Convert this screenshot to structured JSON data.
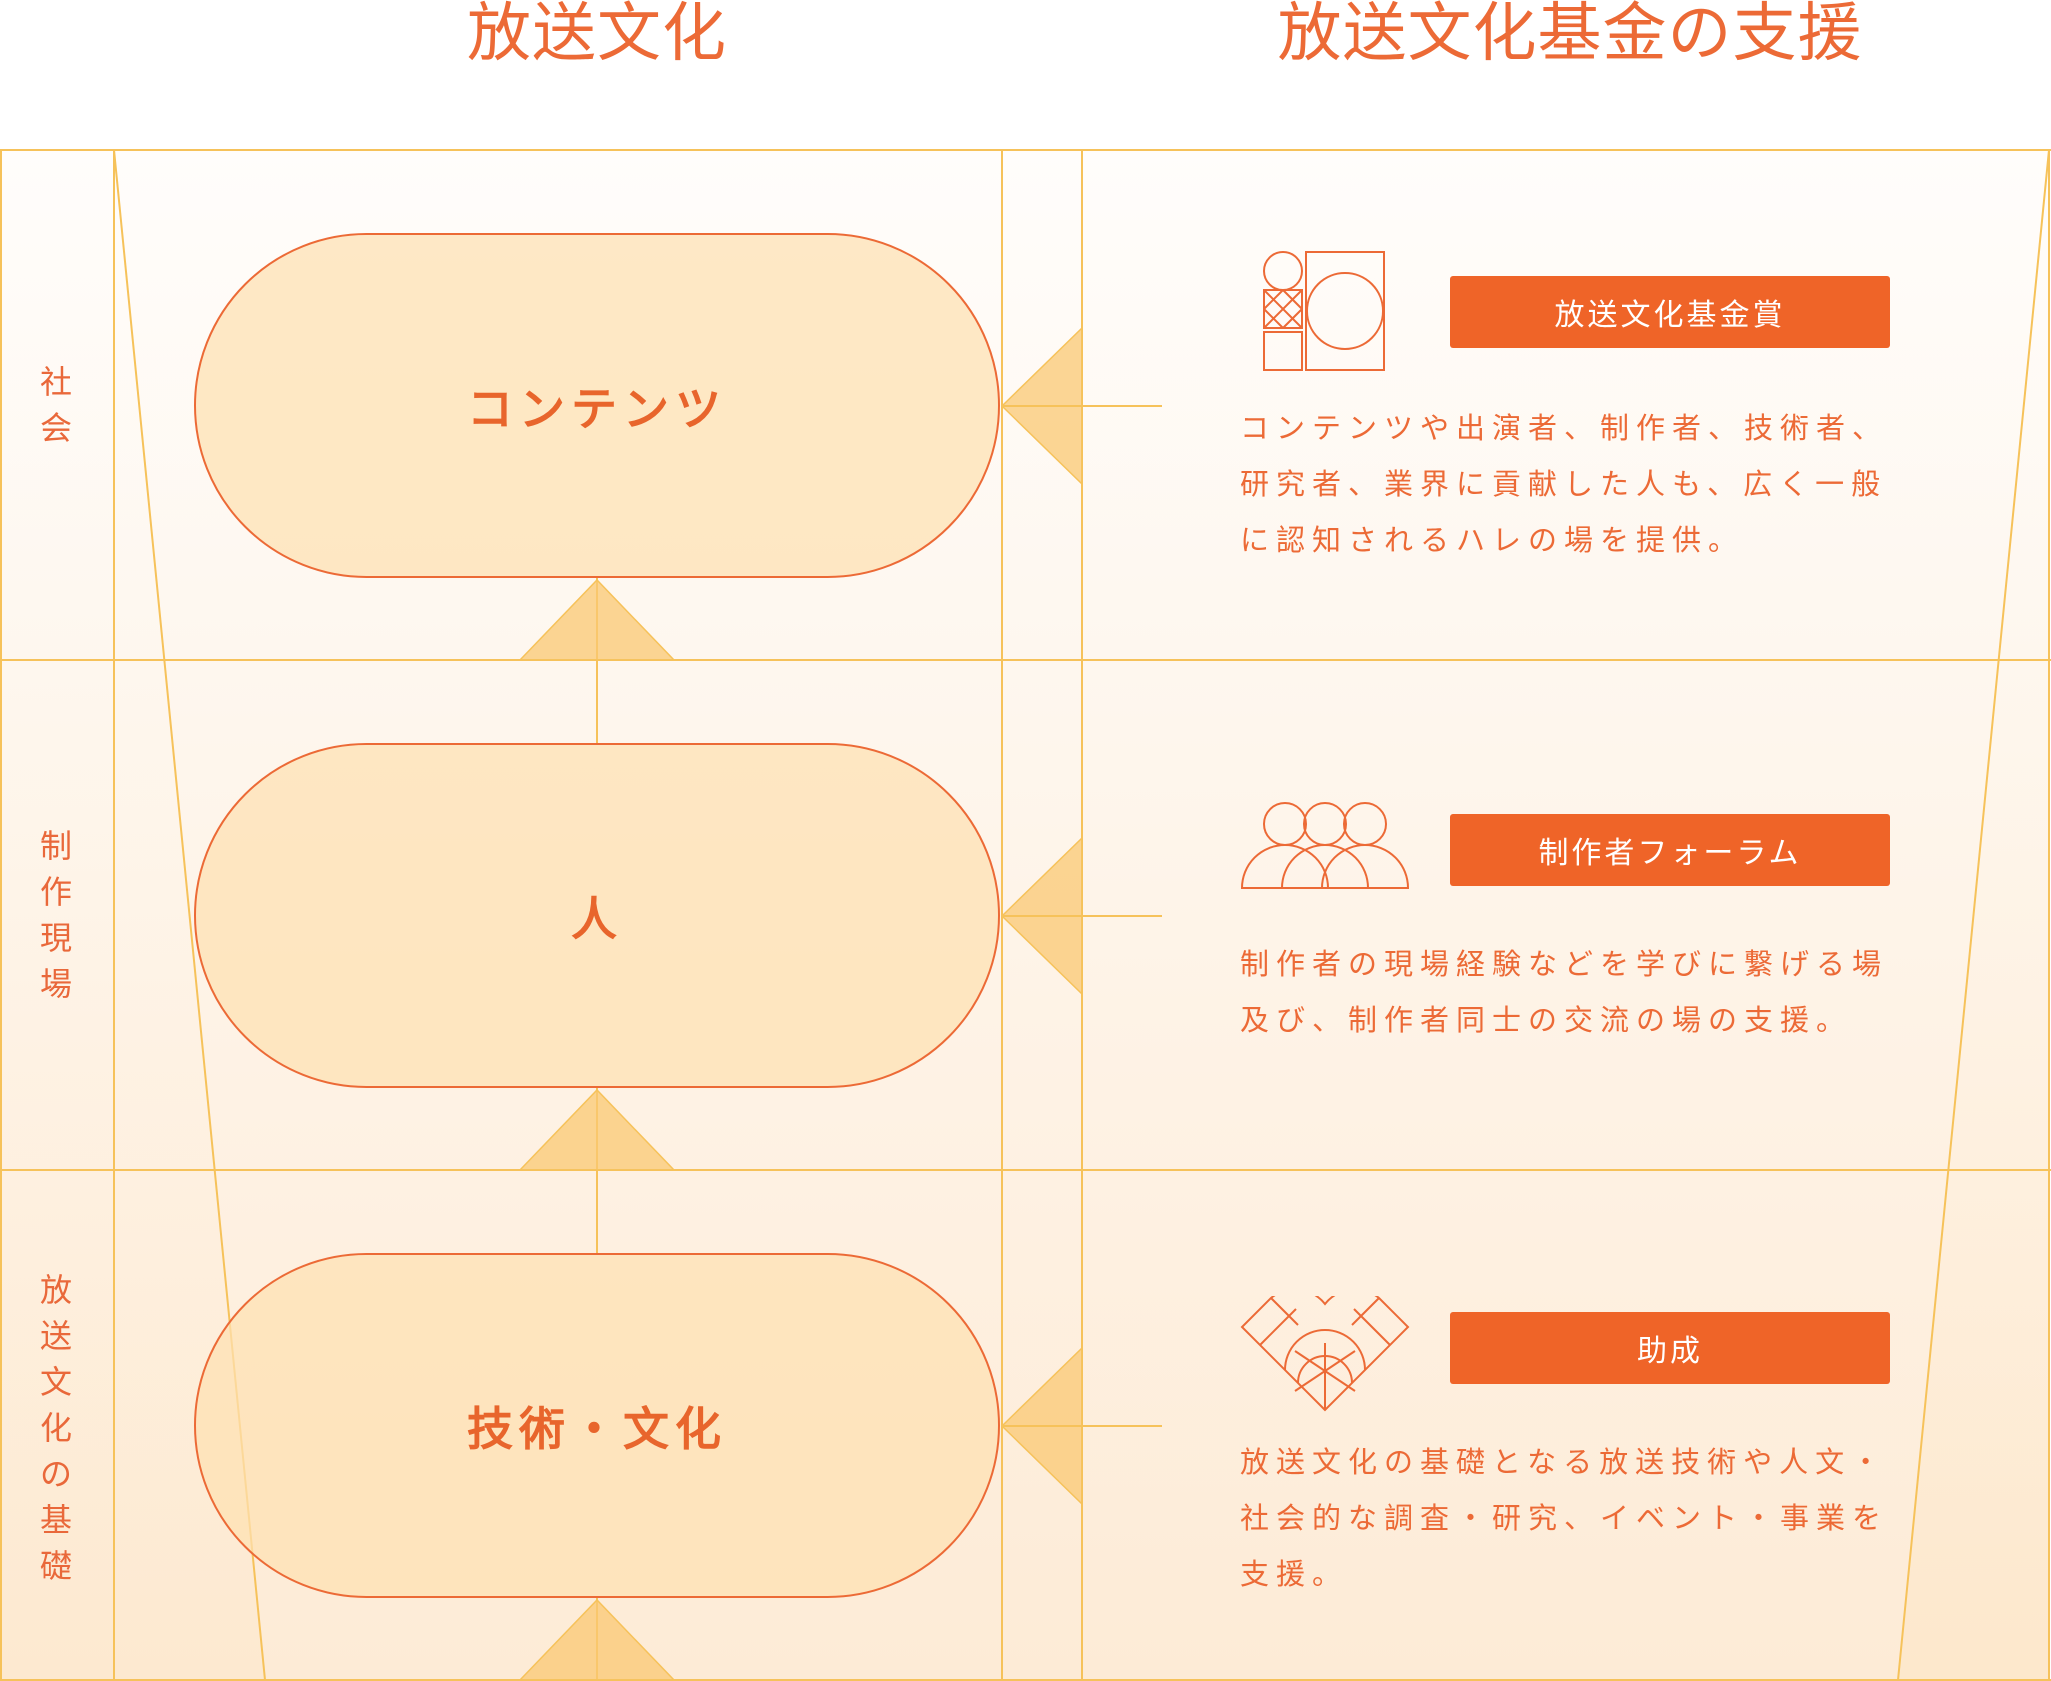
{
  "headers": {
    "left": "放送文化",
    "right": "放送文化基金の支援"
  },
  "rows": [
    {
      "side_label": [
        "社",
        "会"
      ],
      "pill": "コンテンツ",
      "badge": "放送文化基金賞",
      "desc": "コンテンツや出演者、制作者、技術者、研究者、業界に貢献した人も、広く一般に認知されるハレの場を提供。",
      "icon": "award-grid-icon"
    },
    {
      "side_label": [
        "制",
        "作",
        "現",
        "場"
      ],
      "pill": "人",
      "badge": "制作者フォーラム",
      "desc": "制作者の現場経験などを学びに繋げる場及び、制作者同士の交流の場の支援。",
      "icon": "people-group-icon"
    },
    {
      "side_label": [
        "放",
        "送",
        "文",
        "化",
        "の",
        "基",
        "礎"
      ],
      "pill": "技術・文化",
      "badge": "助成",
      "desc": "放送文化の基礎となる放送技術や人文・社会的な調査・研究、イベント・事業を支援。",
      "icon": "heart-geometric-icon"
    }
  ],
  "colors": {
    "accent": "#ef6428",
    "text": "#ec6a36",
    "grid_line": "#f6c25a",
    "fill": "#fde0b2"
  }
}
